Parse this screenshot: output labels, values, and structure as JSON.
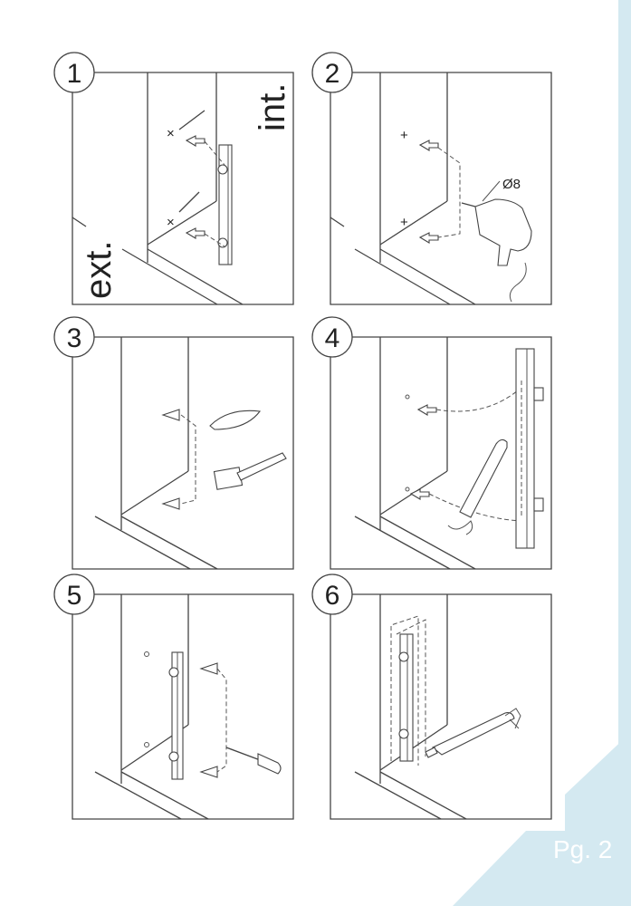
{
  "steps": [
    {
      "number": "1",
      "labels": {
        "interior": "int.",
        "exterior": "ext."
      }
    },
    {
      "number": "2",
      "drill_size": "Ø8"
    },
    {
      "number": "3"
    },
    {
      "number": "4"
    },
    {
      "number": "5"
    },
    {
      "number": "6"
    }
  ],
  "page_label": "Pg. 2",
  "colors": {
    "accent": "#d4e9f1",
    "line": "#444444"
  }
}
